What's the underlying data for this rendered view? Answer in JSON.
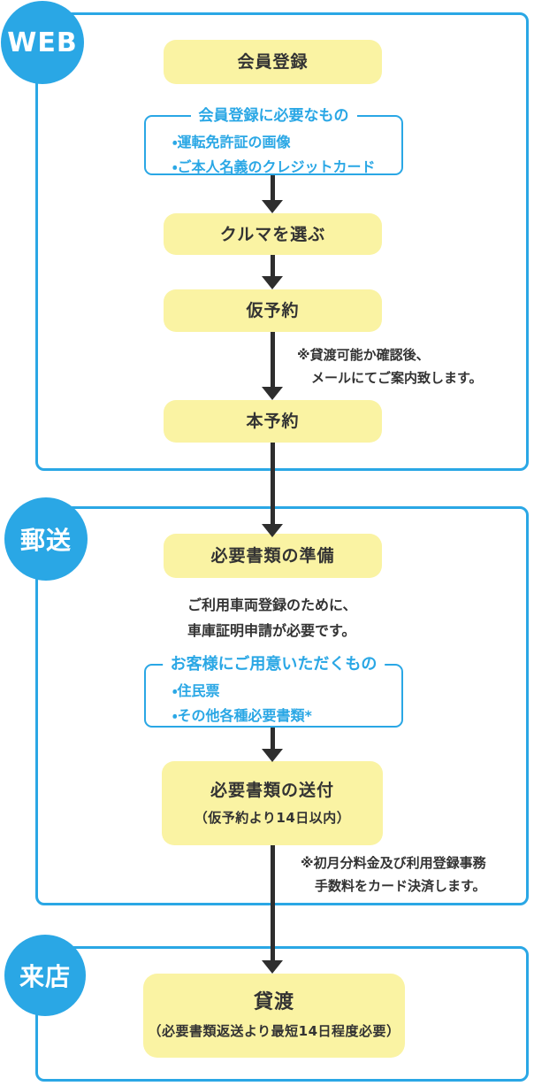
{
  "palette": {
    "blue": "#2aa7e5",
    "yellow": "#faf3a3",
    "text_dark": "#333333",
    "arrow_black": "#2e2e2e"
  },
  "flow": {
    "web": {
      "badge": "WEB",
      "step_register": "会員登録",
      "callout": {
        "title": "会員登録に必要なもの",
        "item1": "・運転免許証の画像",
        "item2": "・ご本人名義のクレジットカード"
      },
      "step_choose": "クルマを選ぶ",
      "step_temp_reserve": "仮予約",
      "note_line1": "※貸渡可能か確認後、",
      "note_line2": "メールにてご案内致します。",
      "step_reserve": "本予約"
    },
    "mail": {
      "badge": "郵送",
      "step_prepare": "必要書類の準備",
      "desc_line1": "ご利用車両登録のために、",
      "desc_line2": "車庫証明申請が必要です。",
      "callout": {
        "title": "お客様にご用意いただくもの",
        "item1": "・住民票",
        "item2": "・その他各種必要書類*"
      },
      "step_send": "必要書類の送付",
      "step_send_sub": "（仮予約より14日以内）",
      "note_line1": "※初月分料金及び利用登録事務",
      "note_line2": "手数料をカード決済します。"
    },
    "visit": {
      "badge": "来店",
      "step_handover": "貸渡",
      "step_handover_sub": "（必要書類返送より最短14日程度必要）"
    }
  }
}
